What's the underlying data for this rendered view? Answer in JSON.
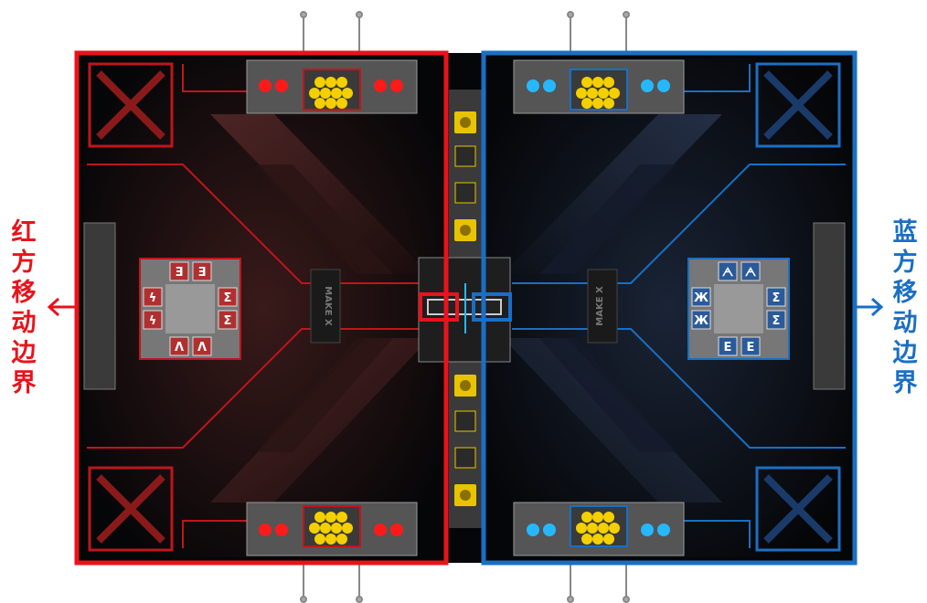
{
  "red_side": {
    "label": "红方移动边界",
    "color": "#e8131b",
    "ball_color": "#f5d000",
    "accent_ball_color": "#ff1a1a"
  },
  "blue_side": {
    "label": "蓝方移动边界",
    "color": "#1a6fc4",
    "ball_color": "#f5d000",
    "accent_ball_color": "#25b8ff"
  },
  "field": {
    "logo_text": "MAKE X",
    "background": "#050608",
    "center_strip_color": "#3a3a3a",
    "yellow_marker_color": "#e8c400"
  },
  "red_pad_glyphs": [
    "Ǝ",
    "Ǝ",
    "ϟ",
    "ϟ",
    "Ʌ",
    "Ʌ",
    "Σ",
    "Σ"
  ],
  "blue_pad_glyphs": [
    "ᗅ",
    "ᗅ",
    "Ж",
    "Ж",
    "Σ",
    "Σ",
    "E",
    "E"
  ]
}
